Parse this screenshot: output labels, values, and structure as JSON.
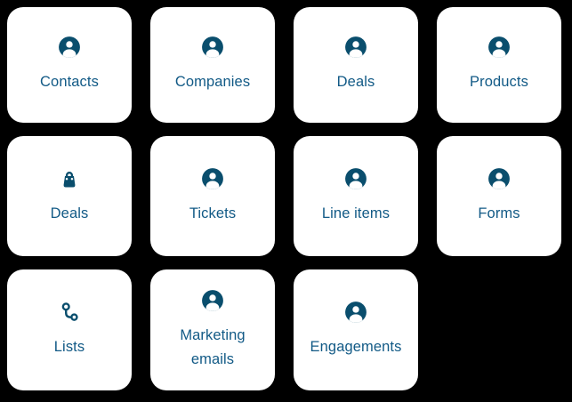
{
  "colors": {
    "background": "#000000",
    "card_bg": "#ffffff",
    "icon": "#0a4e6d",
    "label": "#125a86"
  },
  "cards": [
    {
      "label": "Contacts",
      "icon": "user"
    },
    {
      "label": "Companies",
      "icon": "user"
    },
    {
      "label": "Deals",
      "icon": "user"
    },
    {
      "label": "Products",
      "icon": "user"
    },
    {
      "label": "Deals",
      "icon": "lock-bag"
    },
    {
      "label": "Tickets",
      "icon": "user"
    },
    {
      "label": "Line items",
      "icon": "user"
    },
    {
      "label": "Forms",
      "icon": "user"
    },
    {
      "label": "Lists",
      "icon": "route"
    },
    {
      "label": "Marketing emails",
      "icon": "user"
    },
    {
      "label": "Engagements",
      "icon": "user"
    }
  ]
}
